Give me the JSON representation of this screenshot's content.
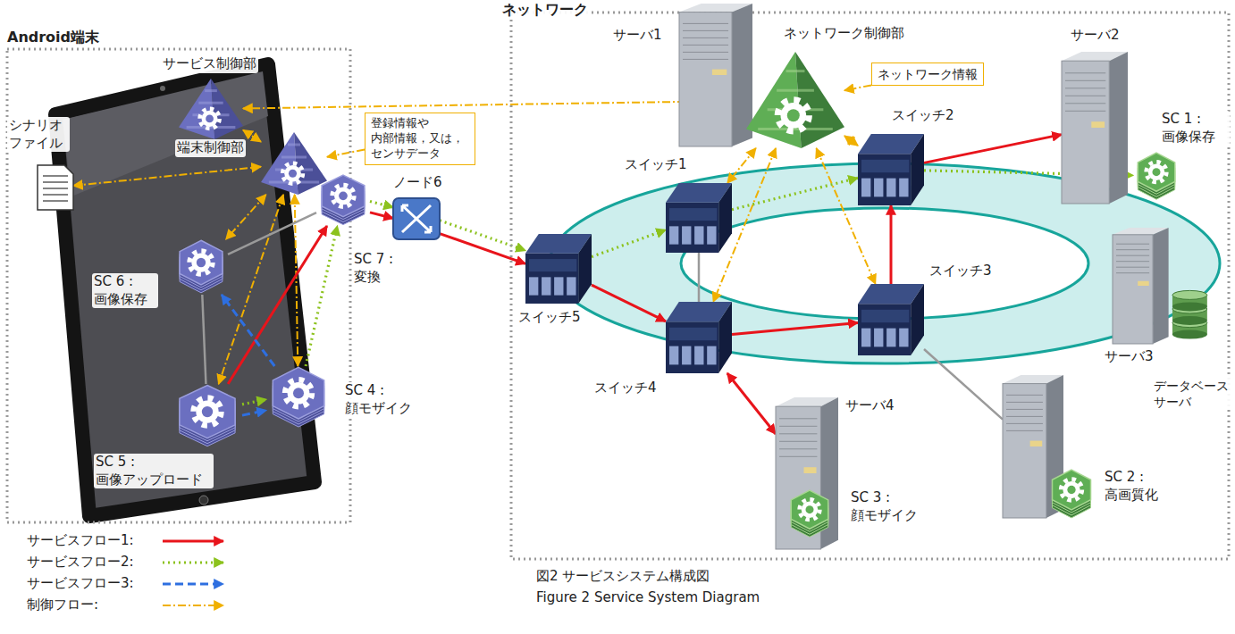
{
  "diagram": {
    "caption": "図2 サービスシステム構成図",
    "nodes": [
      {
        "text": [
          "Android端末"
        ]
      },
      {
        "text": [
          "サービス制御部"
        ],
        "in": 0
      },
      {
        "text": [
          "シナリオ ファイル"
        ],
        "in": 0
      },
      {
        "text": [
          "端末制御部"
        ],
        "in": 0
      },
      {
        "text": [
          "登録情報や 内部情報，又は， センサデータ"
        ]
      },
      {
        "text": [
          "SC 6 : 画像保存"
        ],
        "in": 0
      },
      {
        "text": [
          "SC 7 : 変換"
        ],
        "in": 0
      },
      {
        "text": [
          "SC 5 : 画像アップロード"
        ],
        "in": 0
      },
      {
        "text": [
          "SC 4 : 顔モザイク"
        ],
        "in": 0
      },
      {
        "text": [
          "ノード6"
        ]
      },
      {
        "text": [
          "ネットワーク"
        ]
      },
      {
        "text": [
          "サーバ1"
        ],
        "in": 10
      },
      {
        "text": [
          "ネットワーク制御部"
        ],
        "in": 11
      },
      {
        "text": [
          "ネットワーク情報"
        ],
        "in": 10
      },
      {
        "text": [
          "スイッチ1"
        ],
        "in": 10
      },
      {
        "text": [
          "スイッチ2"
        ],
        "in": 10
      },
      {
        "text": [
          "サーバ2"
        ],
        "in": 10
      },
      {
        "text": [
          "SC 1 : 画像保存"
        ],
        "in": 16
      },
      {
        "text": [
          "スイッチ5"
        ],
        "in": 10
      },
      {
        "text": [
          "スイッチ4"
        ],
        "in": 10
      },
      {
        "text": [
          "スイッチ3"
        ],
        "in": 10
      },
      {
        "text": [
          "データベース サーバ"
        ],
        "in": 10
      },
      {
        "text": [
          "サーバ3"
        ],
        "in": 10
      },
      {
        "text": [
          "SC 2 : 高画質化"
        ],
        "in": 22
      },
      {
        "text": [
          "サーバ4"
        ],
        "in": 10
      },
      {
        "text": [
          "SC 3 : 顔モザイク"
        ],
        "in": 24
      }
    ],
    "edges": [
      {
        "from": 12,
        "to": 1,
        "arrow": "to"
      },
      {
        "from": 12,
        "to": 14,
        "arrow": "both"
      },
      {
        "from": 12,
        "to": 15,
        "arrow": "both"
      },
      {
        "from": 12,
        "to": 19,
        "arrow": "both"
      },
      {
        "from": 12,
        "to": 20,
        "arrow": "both"
      },
      {
        "from": 13,
        "to": 12,
        "arrow": "to"
      },
      {
        "from": 1,
        "to": 3,
        "arrow": "both"
      },
      {
        "from": 2,
        "to": 3,
        "arrow": "both"
      },
      {
        "from": 4,
        "to": 3,
        "arrow": "to"
      },
      {
        "from": 3,
        "to": 5,
        "arrow": "both"
      },
      {
        "from": 3,
        "to": 7,
        "arrow": "both"
      },
      {
        "from": 3,
        "to": 8,
        "arrow": "both"
      },
      {
        "from": 7,
        "to": 6,
        "arrow": "to"
      },
      {
        "from": 6,
        "to": 9,
        "arrow": "to"
      },
      {
        "from": 9,
        "to": 18,
        "arrow": "to"
      },
      {
        "from": 18,
        "to": 19,
        "arrow": "to"
      },
      {
        "from": 19,
        "to": 20,
        "arrow": "to"
      },
      {
        "from": 20,
        "to": 15,
        "arrow": "to"
      },
      {
        "from": 15,
        "to": 16,
        "arrow": "to"
      },
      {
        "from": 19,
        "to": 24,
        "arrow": "both"
      },
      {
        "from": 7,
        "to": 8,
        "arrow": "to"
      },
      {
        "from": 8,
        "to": 6,
        "arrow": "to"
      },
      {
        "from": 6,
        "to": 9,
        "arrow": "to"
      },
      {
        "from": 9,
        "to": 18,
        "arrow": "to"
      },
      {
        "from": 18,
        "to": 14,
        "arrow": "to"
      },
      {
        "from": 14,
        "to": 15,
        "arrow": "to"
      },
      {
        "from": 15,
        "to": 17,
        "arrow": "to"
      },
      {
        "from": 7,
        "to": 8,
        "arrow": "to"
      },
      {
        "from": 8,
        "to": 5,
        "arrow": "to"
      },
      {
        "from": 5,
        "to": 6,
        "arrow": "none"
      },
      {
        "from": 5,
        "to": 7,
        "arrow": "none"
      },
      {
        "from": 14,
        "to": 19,
        "arrow": "none"
      },
      {
        "from": 20,
        "to": 22,
        "arrow": "none"
      }
    ],
    "labels": [
      "Figure 2 Service System Diagram"
    ],
    "legend": [
      {
        "text": "サービスフロー1:"
      },
      {
        "text": "サービスフロー2:"
      },
      {
        "text": "サービスフロー3:"
      },
      {
        "text": "制御フロー:"
      }
    ]
  }
}
